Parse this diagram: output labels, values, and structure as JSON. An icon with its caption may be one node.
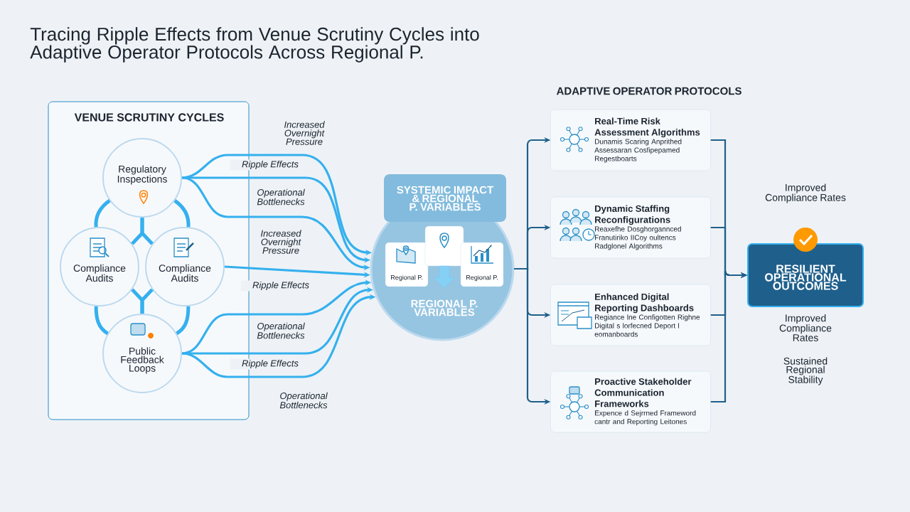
{
  "diagram": {
    "title": "Tracing Ripple Effects from Venue Scrutiny Cycles into Adaptive Operator Protocols Across Regional P.",
    "nodes": [
      {
        "text": [
          "VENUE SCRUTINY CYCLES"
        ]
      },
      {
        "text": [
          "Regulatory Inspections"
        ],
        "in": 0
      },
      {
        "text": [
          "Compliance Audits"
        ],
        "in": 0
      },
      {
        "text": [
          "Compliance Audits"
        ],
        "in": 0
      },
      {
        "text": [
          "Public Feedback Loops"
        ],
        "in": 0
      },
      {
        "text": [
          "SYSTEMIC IMPACT & REGIONAL P. VARIABLES",
          "REGIONAL P. VARIABLES"
        ]
      },
      {
        "text": [
          "Regional P."
        ],
        "in": 5
      },
      {
        "text": [],
        "shape": "box",
        "in": 5
      },
      {
        "text": [
          "Regional P."
        ],
        "in": 5
      },
      {
        "text": [
          "Real-Time Risk Assessment Algorithms",
          "Dunamis Scaring Anprithed Assessaran Cosfipepamed Regestboarts"
        ]
      },
      {
        "text": [
          "Dynamic Staffing Reconfigurations",
          "Reaxefhe Dosghorgannced Franutiriko IICoy oultencs Radglonel Algorithms"
        ]
      },
      {
        "text": [
          "Enhanced Digital Reporting Dashboards",
          "Regiance lne Configotten Righne Digital s lorfecned Deport l eomanboards"
        ]
      },
      {
        "text": [
          "Proactive Stakeholder Communication Frameworks",
          "Expence d Sejrrned Frameword cantr and Reporting Leitones"
        ]
      },
      {
        "text": [
          "RESILIENT OPERATIONAL OUTCOMES"
        ],
        "beside": [
          "Improved Compliance Rates",
          "Sustained Regional Stability"
        ]
      }
    ],
    "edges": [
      {
        "from": 1,
        "to": 2,
        "arrow": "none"
      },
      {
        "from": 1,
        "to": 3,
        "arrow": "none"
      },
      {
        "from": 2,
        "to": 4,
        "arrow": "none"
      },
      {
        "from": 3,
        "to": 4,
        "arrow": "none"
      },
      {
        "from": 1,
        "to": 2,
        "arrow": "none"
      },
      {
        "from": 1,
        "to": 3,
        "arrow": "none"
      },
      {
        "from": 4,
        "to": 2,
        "arrow": "none"
      },
      {
        "from": 4,
        "to": 3,
        "arrow": "none"
      },
      {
        "from": 1,
        "to": 5,
        "arrow": "to",
        "label": "Increased Overnight Pressure"
      },
      {
        "from": 1,
        "to": 5,
        "arrow": "to",
        "label": "Ripple Effects"
      },
      {
        "from": 1,
        "to": 5,
        "arrow": "to",
        "label": "Operational Bottlenecks"
      },
      {
        "from": 3,
        "to": 5,
        "arrow": "to",
        "label": "Increased Overnight Pressure"
      },
      {
        "from": 4,
        "to": 5,
        "arrow": "to",
        "label": "Ripple Effects"
      },
      {
        "from": 4,
        "to": 5,
        "arrow": "to",
        "label": "Operational Bottlenecks"
      },
      {
        "from": 4,
        "to": 5,
        "arrow": "to",
        "label": "Ripple Effects"
      },
      {
        "from": 7,
        "to": null,
        "arrow": "to",
        "style": "thick"
      },
      {
        "from": 5,
        "to": 9,
        "arrow": "to",
        "color": "#1f5f8b"
      },
      {
        "from": 5,
        "to": 10,
        "arrow": "to",
        "color": "#1f5f8b"
      },
      {
        "from": 5,
        "to": 11,
        "arrow": "to",
        "color": "#1f5f8b"
      },
      {
        "from": 5,
        "to": 12,
        "arrow": "to",
        "color": "#1f5f8b"
      },
      {
        "from": 9,
        "to": 13,
        "arrow": "to",
        "color": "#1f5f8b"
      },
      {
        "from": 10,
        "to": 13,
        "arrow": "to",
        "color": "#1f5f8b"
      },
      {
        "from": 11,
        "to": 13,
        "arrow": "to",
        "color": "#1f5f8b"
      },
      {
        "from": 12,
        "to": 13,
        "arrow": "to",
        "color": "#1f5f8b"
      }
    ],
    "labels": [
      "ADAPTIVE OPERATOR PROTOCOLS",
      "Operational Bottlenecks",
      "Improved Compliance Rates"
    ]
  }
}
